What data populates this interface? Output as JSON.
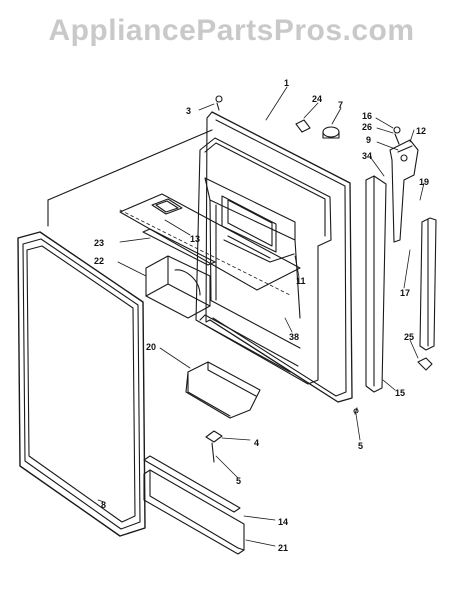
{
  "watermark": "AppliancePartsPros.com",
  "colors": {
    "line": "#1a1a1a",
    "watermark": "#c9c9c9",
    "background": "#ffffff"
  },
  "callouts": {
    "c1": "1",
    "c3": "3",
    "c24": "24",
    "c7": "7",
    "c16": "16",
    "c26": "26",
    "c9": "9",
    "c12": "12",
    "c34": "34",
    "c19": "19",
    "c13": "13",
    "c23": "23",
    "c22": "22",
    "c11": "11",
    "c17": "17",
    "c38": "38",
    "c20": "20",
    "c25": "25",
    "c15": "15",
    "c5a": "5",
    "c4": "4",
    "c5b": "5",
    "c8": "8",
    "c14": "14",
    "c21": "21"
  }
}
